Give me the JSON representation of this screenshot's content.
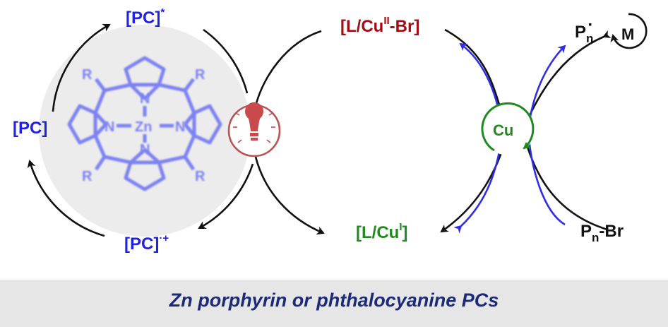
{
  "colors": {
    "pc": "#1f22e0",
    "porphyrin": "#7d82f2",
    "cu2": "#a30c12",
    "cu1": "#1f8a1f",
    "lamp": "#c84a4a",
    "arrow_black": "#111111",
    "arrow_blue": "#2e2ee6",
    "circle_fill": "#ececec",
    "caption_band": "#e6e6e6",
    "caption_text": "#1c2a78"
  },
  "labels": {
    "pc_excited_base": "[PC]",
    "pc_excited_sup": "*",
    "pc_ground": "[PC]",
    "pc_radical_base": "[PC]",
    "pc_radical_sup": "·+",
    "cu2_base": "[L/Cu",
    "cu2_sup": "II",
    "cu2_tail": "-Br]",
    "cu1_base": "[L/Cu",
    "cu1_sup": "I",
    "cu1_tail": "]",
    "pn_base": "P",
    "pn_sub": "n",
    "pn_dot": "·",
    "monomer": "M",
    "pnbr_base": "P",
    "pnbr_sub": "n",
    "pnbr_tail": "-Br",
    "cu_catalyst": "Cu"
  },
  "porphyrin": {
    "metal": "Zn",
    "nitrogen": "N",
    "substituent": "R"
  },
  "icons": {
    "lamp": "lightbulb-icon",
    "cycle_cu": "cycle-arrow-icon",
    "cycle_m": "cycle-arrow-icon"
  },
  "caption": "Zn porphyrin or phthalocyanine PCs"
}
